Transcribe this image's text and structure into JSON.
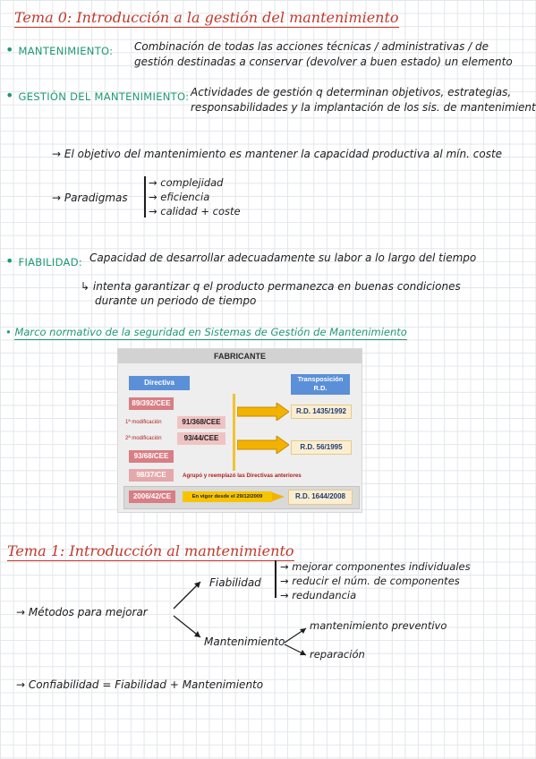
{
  "tema0": {
    "title": "Tema 0: Introducción a la gestión del mantenimiento",
    "mant_term": "MANTENIMIENTO",
    "mant_line1": "Combinación de todas las acciones técnicas / administrativas / de",
    "mant_line2": "gestión destinadas a conservar (devolver a buen estado) un elemento",
    "gest_term": "GESTIÓN DEL MANTENIMIENTO",
    "gest_line1": "Actividades de gestión q determinan objetivos, estrategias,",
    "gest_line2": "responsabilidades y la implantación de los sis. de mantenimiento",
    "objetivo": "El objetivo del mantenimiento es mantener la capacidad productiva al mín. coste",
    "paradigmas_label": "Paradigmas",
    "paradigmas": [
      "complejidad",
      "eficiencia",
      "calidad + coste"
    ],
    "fiab_term": "FIABILIDAD",
    "fiab_def": "Capacidad de desarrollar adecuadamente su labor a lo largo del tiempo",
    "fiab_sub1": "intenta garantizar q el producto permanezca en buenas condiciones",
    "fiab_sub2": "durante un periodo de tiempo",
    "marco": "Marco normativo de la seguridad en Sistemas de Gestión de Mantenimiento"
  },
  "normativa": {
    "fabricante": "FABRICANTE",
    "directiva": "Directiva",
    "transposicion": "Transposición R.D.",
    "d1": "89/392/CEE",
    "mod1_label": "1ª modificación",
    "mod1": "91/368/CEE",
    "rd1": "R.D. 1435/1992",
    "mod2_label": "2ª modificación",
    "mod2": "93/44/CEE",
    "rd2": "R.D. 56/1995",
    "d3": "93/68/CEE",
    "d4": "98/37/CE",
    "agrupo": "Agrupó y reemplazó las Directivas anteriores",
    "d5": "2006/42/CE",
    "vigor": "En vigor desde el 29/12/2009",
    "rd3": "R.D. 1644/2008"
  },
  "tema1": {
    "title": "Tema 1: Introducción al mantenimiento",
    "metodos": "Métodos para mejorar",
    "fiabilidad": "Fiabilidad",
    "fiab_items": [
      "mejorar componentes individuales",
      "reducir el núm. de componentes",
      "redundancia"
    ],
    "mantenimiento": "Mantenimiento",
    "mant_items": [
      "mantenimiento preventivo",
      "reparación"
    ],
    "confiabilidad": "Confiabilidad = Fiabilidad + Mantenimiento"
  }
}
